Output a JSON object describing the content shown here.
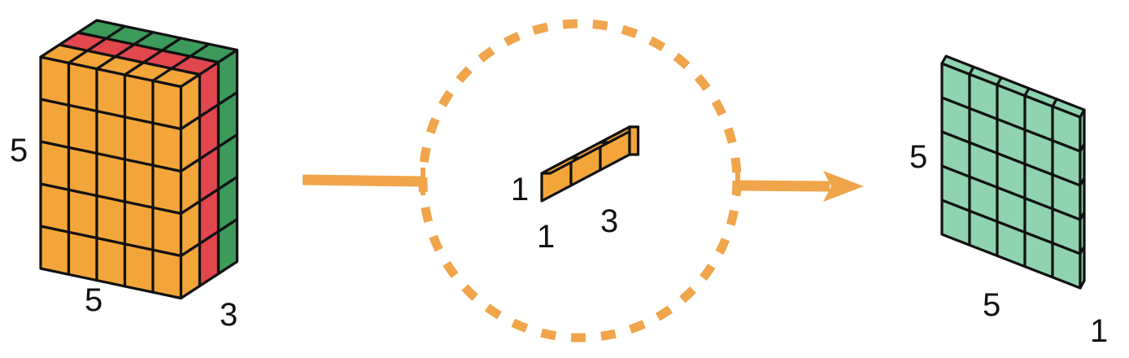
{
  "colors": {
    "orange": "#f4a53a",
    "red": "#e2474d",
    "green": "#3c9a5a",
    "mint": "#8fd3b0",
    "outline": "#111111",
    "accent": "#f0a54a"
  },
  "input_volume": {
    "height_label": "5",
    "width_label": "5",
    "depth_label": "3",
    "height": 5,
    "width": 5,
    "depth": 3,
    "face_colors": [
      "orange",
      "red",
      "green"
    ]
  },
  "kernel": {
    "height_label": "1",
    "width_label": "1",
    "depth_label": "3",
    "cells": 3
  },
  "output_volume": {
    "height_label": "5",
    "width_label": "5",
    "depth_label": "1",
    "height": 5,
    "width": 5
  }
}
